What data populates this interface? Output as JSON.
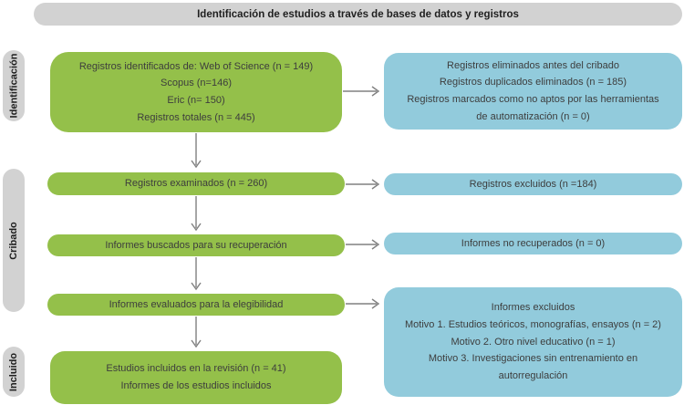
{
  "header": {
    "title": "Identificación de estudios a través de bases de datos y registros"
  },
  "stages": {
    "identification": "Identificación",
    "screening": "Cribado",
    "included": "Incluido"
  },
  "boxes": {
    "identified": {
      "lines": [
        "Registros identificados de: Web of Science (n = 149)",
        "Scopus (n=146)",
        "Eric (n= 150)",
        "Registros totales (n = 445)"
      ]
    },
    "removed_before_screening": {
      "lines": [
        "Registros eliminados antes del cribado",
        "Registros duplicados eliminados (n = 185)",
        "Registros marcados como no aptos por las herramientas",
        "de automatización (n = 0)"
      ]
    },
    "records_screened": {
      "lines": [
        "Registros examinados (n = 260)"
      ]
    },
    "records_excluded": {
      "lines": [
        "Registros excluidos (n =184)"
      ]
    },
    "reports_sought": {
      "lines": [
        "Informes buscados para su recuperación"
      ]
    },
    "reports_not_retrieved": {
      "lines": [
        "Informes no recuperados (n = 0)"
      ]
    },
    "reports_assessed": {
      "lines": [
        "Informes evaluados para la elegibilidad"
      ]
    },
    "reports_excluded": {
      "lines": [
        "Informes excluidos",
        "Motivo 1. Estudios teóricos, monografías, ensayos (n = 2)",
        "Motivo 2. Otro nivel educativo (n = 1)",
        "Motivo 3. Investigaciones sin entrenamiento en",
        "autorregulación"
      ]
    },
    "studies_included": {
      "lines": [
        "Estudios incluidos en la revisión (n = 41)",
        "Informes de los estudios incluidos"
      ]
    }
  },
  "colors": {
    "process_green": "#94c04a",
    "exclusion_blue": "#92cbdc",
    "stage_grey": "#d2d2d2",
    "arrow_grey": "#808080",
    "text_dark": "#3d3d3d"
  }
}
